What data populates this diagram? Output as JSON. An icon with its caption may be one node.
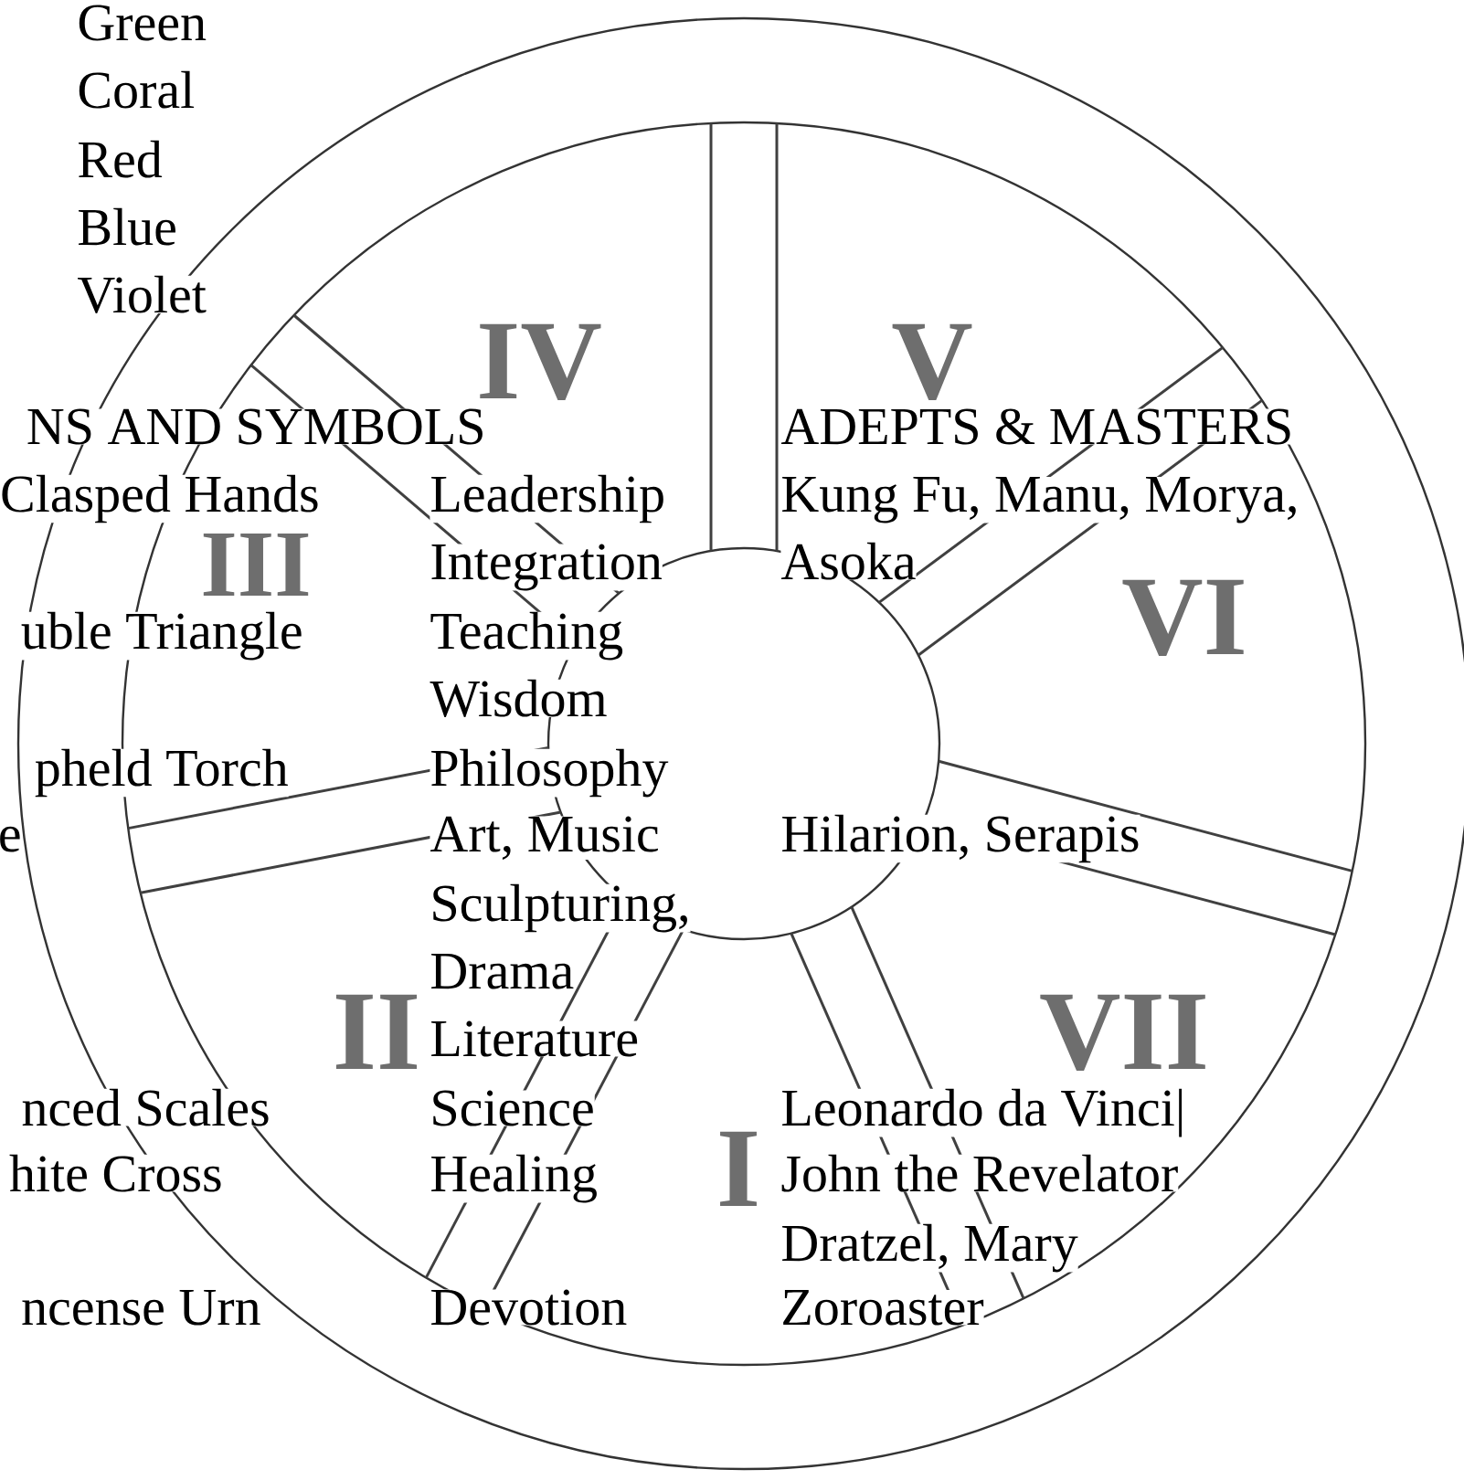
{
  "diagram": {
    "labels": [
      "Green",
      "Coral",
      "Red",
      "Blue",
      "Violet",
      "IV",
      "V",
      "NS AND SYMBOLS",
      "ADEPTS & MASTERS",
      "Clasped Hands",
      "Leadership",
      "Kung Fu, Manu, Morya,",
      "Integration",
      "Asoka",
      "III",
      "uble Triangle",
      "Teaching",
      "VI",
      "Wisdom",
      "pheld Torch",
      "Philosophy",
      "e",
      "Art, Music",
      "Hilarion, Serapis",
      "Sculpturing,",
      "Drama",
      "II",
      "Literature",
      "VII",
      "nced Scales",
      "Science",
      "Leonardo da Vinci|",
      "hite Cross",
      "Healing",
      "John the Revelator",
      "I",
      "Dratzel, Mary",
      "ncense Urn",
      "Devotion",
      "Zoroaster"
    ]
  }
}
